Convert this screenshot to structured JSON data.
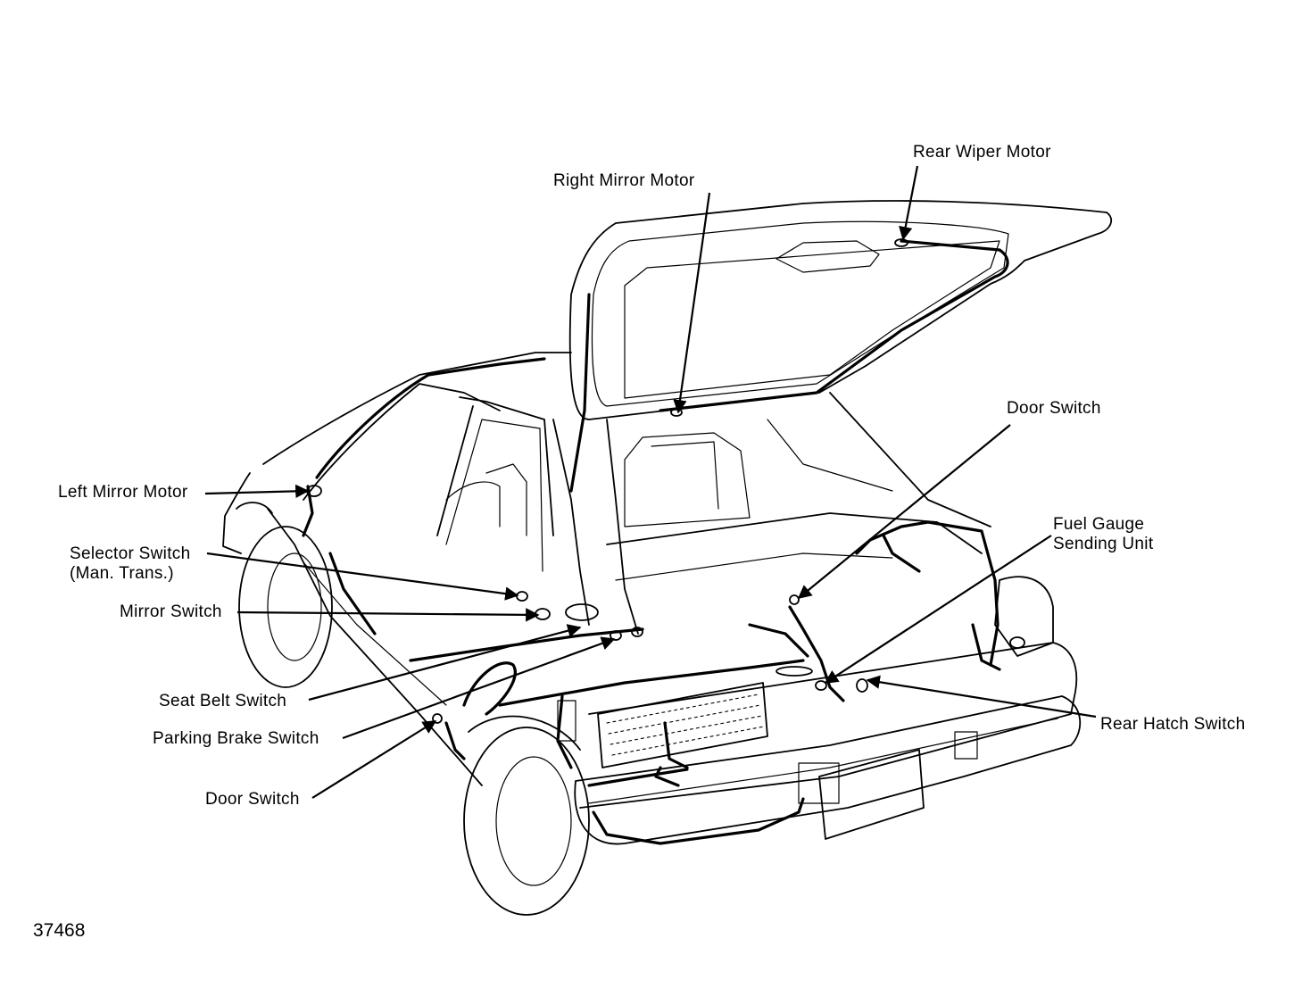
{
  "diagram": {
    "figure_number": "37468",
    "labels": {
      "rear_wiper_motor": "Rear Wiper Motor",
      "right_mirror_motor": "Right Mirror Motor",
      "door_switch_right": "Door Switch",
      "fuel_gauge_line1": "Fuel Gauge",
      "fuel_gauge_line2": "Sending Unit",
      "rear_hatch_switch": "Rear Hatch Switch",
      "left_mirror_motor": "Left Mirror Motor",
      "selector_switch_line1": "Selector Switch",
      "selector_switch_line2": "(Man. Trans.)",
      "mirror_switch": "Mirror Switch",
      "seat_belt_switch": "Seat Belt Switch",
      "parking_brake_switch": "Parking Brake Switch",
      "door_switch_left": "Door Switch"
    }
  }
}
